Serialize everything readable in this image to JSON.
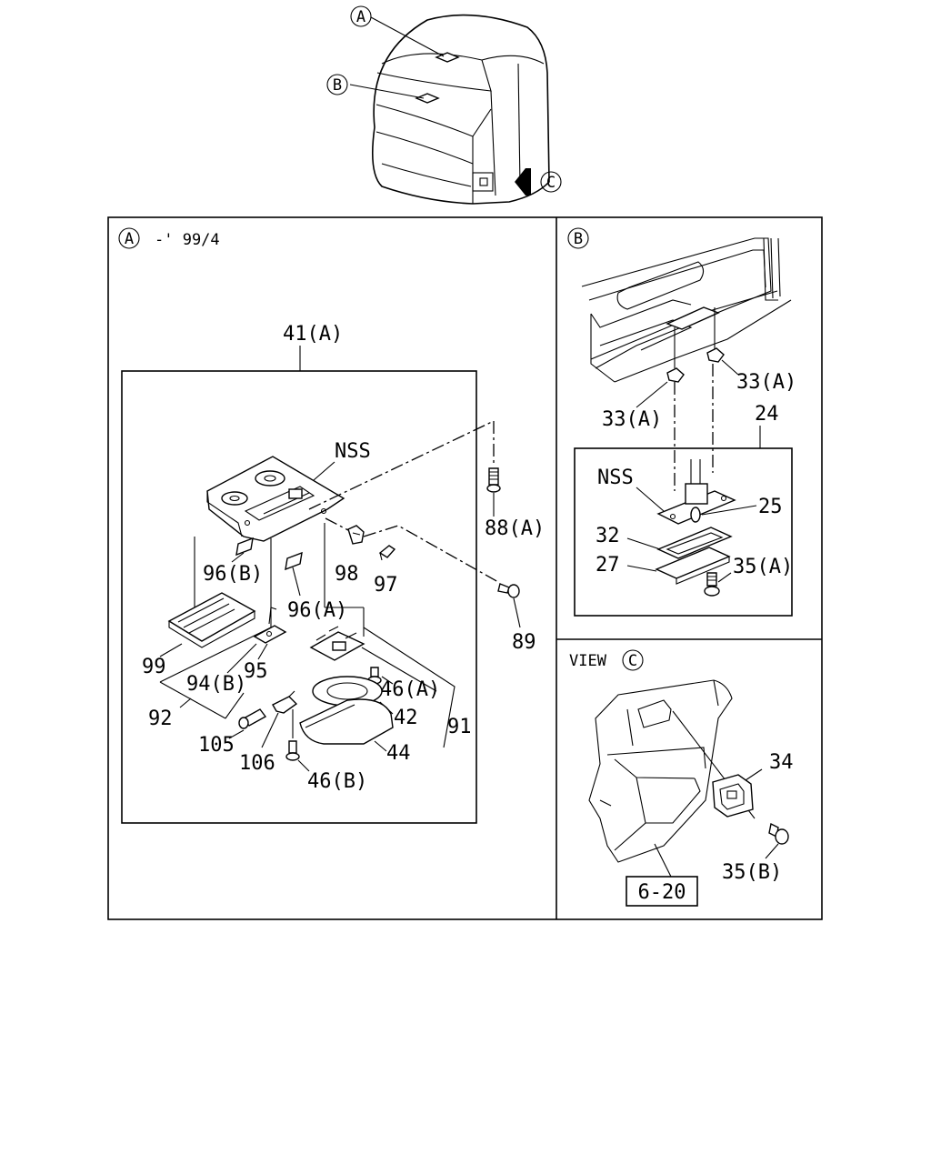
{
  "overview": {
    "callout_a": "A",
    "callout_b": "B",
    "callout_c": "C"
  },
  "panel_a": {
    "marker": "A",
    "heading": "-' 99/4",
    "assembly_label": "41(A)",
    "labels": {
      "nss": "NSS",
      "p88a": "88(A)",
      "p96b": "96(B)",
      "p98": "98",
      "p97": "97",
      "p96a": "96(A)",
      "p89": "89",
      "p99": "99",
      "p94b": "94(B)",
      "p95": "95",
      "p46a": "46(A)",
      "p92": "92",
      "p42": "42",
      "p91": "91",
      "p105": "105",
      "p106": "106",
      "p44": "44",
      "p46b": "46(B)"
    }
  },
  "panel_b": {
    "marker": "B",
    "labels": {
      "p33a_right": "33(A)",
      "p33a_left": "33(A)",
      "p24": "24",
      "nss": "NSS",
      "p25": "25",
      "p32": "32",
      "p27": "27",
      "p35a": "35(A)"
    }
  },
  "panel_c": {
    "view_text": "VIEW",
    "marker": "C",
    "labels": {
      "p34": "34",
      "p35b": "35(B)",
      "ref_box": "6-20"
    }
  }
}
